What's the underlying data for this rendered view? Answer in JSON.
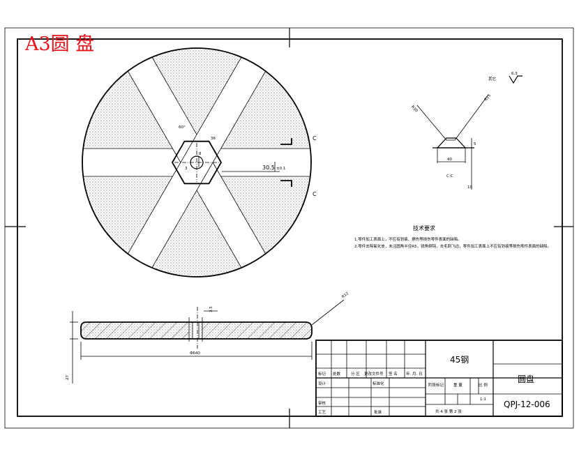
{
  "drawing": {
    "stamp": "A3圆 盘",
    "colors": {
      "stamp": "#e8131a",
      "line": "#000000",
      "background": "#ffffff"
    }
  },
  "plan_view": {
    "section_marks": [
      "C",
      "C"
    ],
    "dim_radial": "R8",
    "dim_hex": "36",
    "dim_angle": "60°",
    "dim_hole_a": "3",
    "dim_hole_b": "8",
    "dim_slot": "30.5",
    "dim_tol": "±0.1"
  },
  "section_view": {
    "roughness_label": "其它",
    "roughness_value": "6.3",
    "dim_r30": "R30",
    "dim_r15": "R15",
    "dim_width": "40",
    "dim_depth": "5",
    "dim_side": "10",
    "section_name": "C-C"
  },
  "tech": {
    "title": "技术要求",
    "lines": [
      "1.零件加工表面上，不应有划痕、擦伤等损伤零件表面的缺陷。",
      "2.零件去除氧化皮，未注圆角半径R5，锐角倒钝，去毛刺飞边，零件加工表面上不应有划痕等损伤零件表面的缺陷。"
    ]
  },
  "side_view": {
    "dim_r12": "R12",
    "dim_thk": "3.5",
    "dim_dia": "Φ640",
    "dim_height": "27"
  },
  "title_block": {
    "header_labels": [
      "标记",
      "处数",
      "分 区",
      "更改文件号",
      "签 名",
      "年. 月. 日"
    ],
    "role_labels": [
      "设计",
      "审核",
      "工艺"
    ],
    "standardization": "标准化",
    "approve": "批准",
    "material": "45钢",
    "stage_headers": [
      "阶段标记",
      "重 量",
      "比 例"
    ],
    "scale": "1:1",
    "sheet_info": "共 4  张   第  2 张",
    "part_name": "圆盘",
    "drawing_no": "QPJ-12-006"
  }
}
